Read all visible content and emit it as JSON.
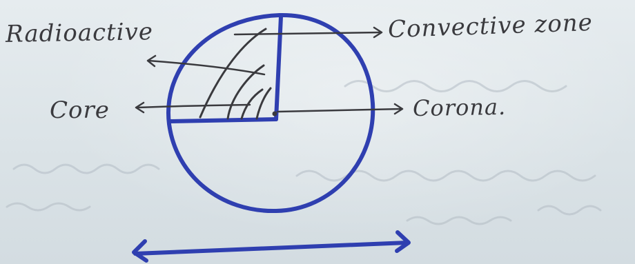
{
  "labels": {
    "radioactive": "Radioactive",
    "convective": "Convective zone",
    "core": "Core",
    "corona": "Corona."
  },
  "colors": {
    "ink_blue": "#2f3fb0",
    "ink_black": "#3a3a3e",
    "paper": "#dfe6ea"
  }
}
